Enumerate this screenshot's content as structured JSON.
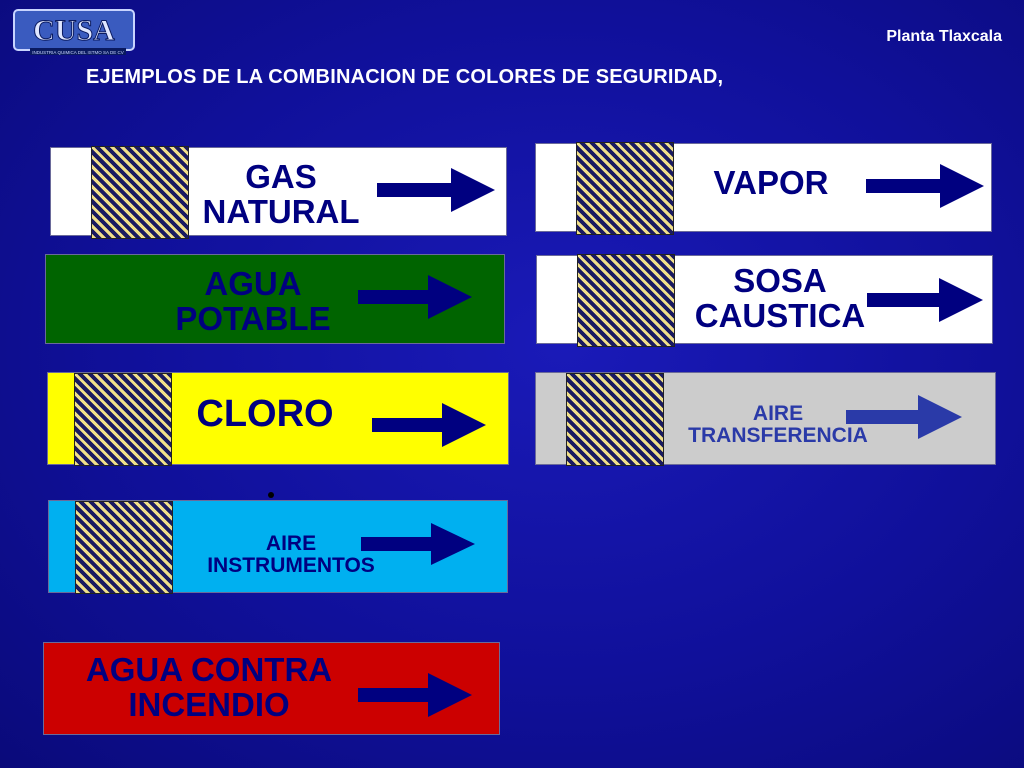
{
  "header": {
    "logo_text": "CUSA",
    "logo_subtext": "INDUSTRIA QUIMICA DEL ISTMO SA DE CV",
    "site": "Planta Tlaxcala",
    "title": "EJEMPLOS DE LA COMBINACION DE COLORES DE SEGURIDAD,"
  },
  "labels": [
    {
      "id": "gas-natural",
      "text": "GAS\nNATURAL",
      "background": "#ffffff",
      "has_stripe": true
    },
    {
      "id": "vapor",
      "text": "VAPOR",
      "background": "#ffffff",
      "has_stripe": true
    },
    {
      "id": "agua-potable",
      "text": "AGUA\nPOTABLE",
      "background": "#006400",
      "has_stripe": false
    },
    {
      "id": "sosa-caustica",
      "text": "SOSA\nCAUSTICA",
      "background": "#ffffff",
      "has_stripe": true
    },
    {
      "id": "cloro",
      "text": "CLORO",
      "background": "#ffff00",
      "has_stripe": true
    },
    {
      "id": "aire-transferencia",
      "text": "AIRE\nTRANSFERENCIA",
      "background": "#cccccc",
      "has_stripe": true
    },
    {
      "id": "aire-instrumentos",
      "text": "AIRE\nINSTRUMENTOS",
      "background": "#00b0f0",
      "has_stripe": true
    },
    {
      "id": "agua-contra-incendio",
      "text": "AGUA CONTRA\nINCENDIO",
      "background": "#cc0000",
      "has_stripe": false
    }
  ],
  "colors": {
    "arrow": "#000080",
    "text": "#000080",
    "stripe_light": "#f1e08a",
    "stripe_dark": "#1a1a60"
  }
}
